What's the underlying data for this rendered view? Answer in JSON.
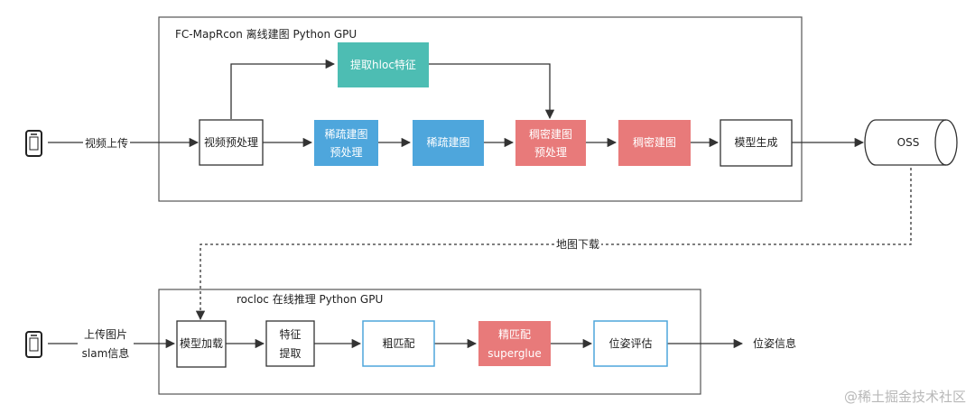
{
  "top_panel": {
    "title": "FC-MapRcon 离线建图 Python GPU"
  },
  "bottom_panel": {
    "title": "rocloc 在线推理 Python  GPU"
  },
  "top_flow": {
    "input_label": "视频上传",
    "video_preprocess": "视频预处理",
    "hloc_feature": "提取hloc特征",
    "sparse_pre_line1": "稀疏建图",
    "sparse_pre_line2": "预处理",
    "sparse_build": "稀疏建图",
    "dense_pre_line1": "稠密建图",
    "dense_pre_line2": "预处理",
    "dense_build": "稠密建图",
    "model_gen": "模型生成",
    "storage": "OSS"
  },
  "link_label": "地图下载",
  "bottom_flow": {
    "input_line1": "上传图片",
    "input_line2": "slam信息",
    "model_load": "模型加载",
    "feature_line1": "特征",
    "feature_line2": "提取",
    "coarse_match": "粗匹配",
    "fine_match_line1": "精匹配",
    "fine_match_line2": "superglue",
    "pose_eval": "位姿评估",
    "output_label": "位姿信息"
  },
  "watermark": "@稀土掘金技术社区",
  "colors": {
    "teal": "#4dbdb3",
    "blue": "#4ea6dc",
    "red": "#e87a7a",
    "outline_blue": "#4ea6dc",
    "stroke": "#333333"
  }
}
